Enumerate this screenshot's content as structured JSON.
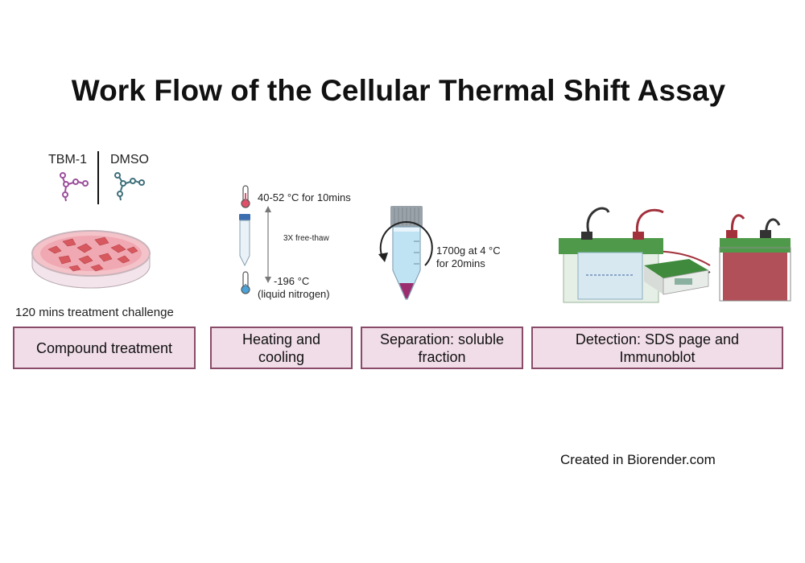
{
  "title": "Work Flow of the Cellular Thermal Shift Assay",
  "compounds": {
    "treatment": "TBM-1",
    "control": "DMSO"
  },
  "compound_step": {
    "note": "120 mins treatment challenge",
    "label": "Compound treatment"
  },
  "heating_step": {
    "temp_hot": "40-52 °C for 10mins",
    "cycle_note": "3X free-thaw",
    "temp_cold_line1": "-196 °C",
    "temp_cold_line2": "(liquid nitrogen)",
    "label": "Heating and cooling"
  },
  "separation_step": {
    "centrifuge_line1": "1700g at 4 °C",
    "centrifuge_line2": "for 20mins",
    "label": "Separation: soluble fraction"
  },
  "detection_step": {
    "label": "Detection: SDS page and Immunoblot"
  },
  "credit": "Created in Biorender.com",
  "colors": {
    "box_fill": "#f1dde8",
    "box_border": "#8a4b68",
    "tbm_molecule": "#9b4f9b",
    "dmso_molecule": "#3f6f7a",
    "gel_green": "#4f9a4a",
    "sample_pellet": "#9b2d6e"
  }
}
